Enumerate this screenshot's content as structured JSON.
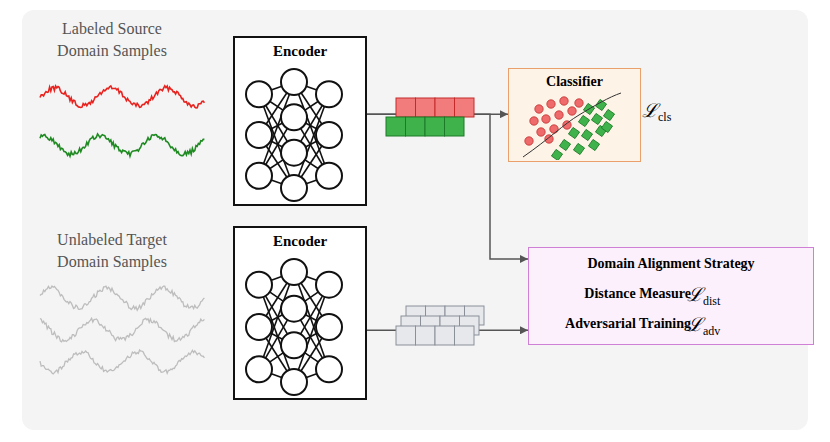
{
  "diagram": {
    "nodes": [
      {
        "text": [
          "Encoder"
        ]
      },
      {
        "text": [
          "Classifier"
        ]
      },
      {
        "text": [
          "Encoder"
        ]
      },
      {
        "text": [
          "Domain Alignment Strategy",
          "Distance Measure",
          "ℒdist",
          "Adversarial Training",
          "ℒadv"
        ]
      }
    ],
    "edges": [
      {
        "from": 0,
        "to": 1,
        "arrow": "to"
      },
      {
        "from": 0,
        "to": 3,
        "arrow": "to"
      },
      {
        "from": 2,
        "to": 3,
        "arrow": "to"
      }
    ],
    "labels": [
      "Labeled Source Domain Samples",
      "Unlabeled Target Domain Samples",
      "ℒcls"
    ]
  }
}
